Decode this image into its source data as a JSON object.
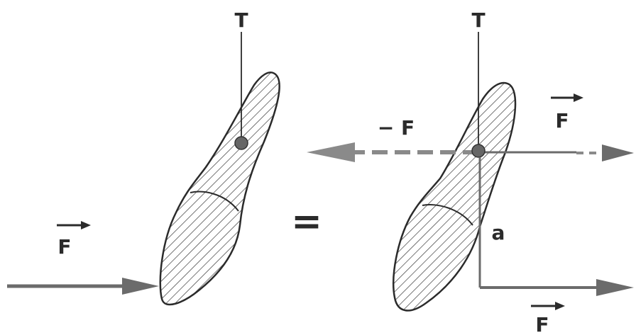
{
  "labels": {
    "left_T": "T",
    "left_F": "F",
    "right_T": "T",
    "neg_F": "− F",
    "top_F": "F",
    "equals": "=",
    "distance": "a",
    "bottom_F": "F"
  },
  "colors": {
    "ink": "#2b2b2b",
    "arrow": "#6b6b6b",
    "dashed": "#8a8a8a",
    "hatch": "#3a3a3a"
  }
}
